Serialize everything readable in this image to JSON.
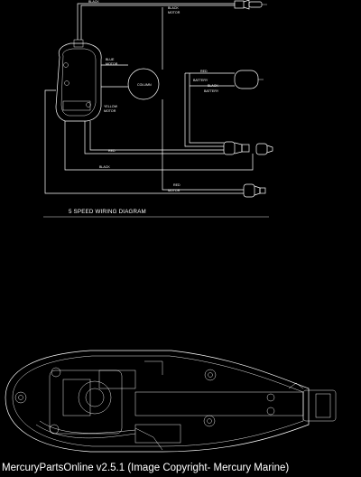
{
  "diagram": {
    "title": "5 SPEED WIRING DIAGRAM",
    "labels": {
      "black_motor_top": "BLACK",
      "motor_top": "MOTOR",
      "blue_motor": "BLUE",
      "motor_blue": "MOTOR",
      "column": "COLUMN",
      "yellow_motor": "YELLOW",
      "motor_yellow": "MOTOR",
      "red_battery": "RED",
      "battery_red": "BATTERY",
      "black_battery": "BLACK",
      "battery_black": "BATTERY",
      "red_middle": "RED",
      "black_lower": "BLACK",
      "red_lower": "RED",
      "motor_lower": "MOTOR"
    }
  },
  "footer": {
    "caption": "MercuryPartsOnline v2.5.1 (Image Copyright- Mercury Marine)"
  }
}
